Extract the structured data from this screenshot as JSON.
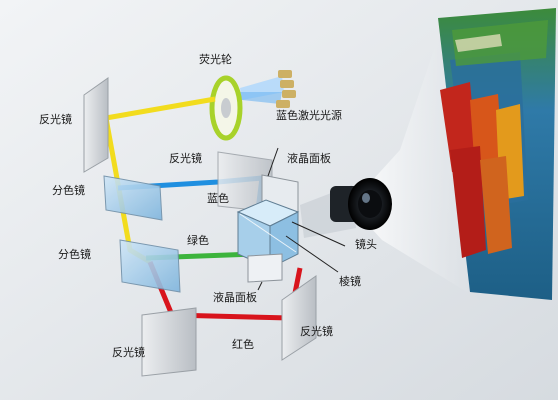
{
  "labels": {
    "phosphor_wheel": "荧光轮",
    "blue_laser_source": "蓝色激光光源",
    "reflector_top": "反光镜",
    "reflector_mid": "反光镜",
    "reflector_bottom_left": "反光镜",
    "reflector_bottom_right": "反光镜",
    "dichroic_upper": "分色镜",
    "dichroic_lower": "分色镜",
    "lcd_panel_top": "液晶面板",
    "lcd_panel_bottom": "液晶面板",
    "blue": "蓝色",
    "green": "绿色",
    "red": "红色",
    "lens": "镜头",
    "prism": "棱镜"
  },
  "colors": {
    "background": "#e4e8ec",
    "yellow_beam": "#f2dc1e",
    "blue_beam": "#1f8fe0",
    "green_beam": "#3cb43c",
    "red_beam": "#d8141c",
    "mirror": "#c9cdd2",
    "phosphor_ring": "#a8d22a"
  }
}
